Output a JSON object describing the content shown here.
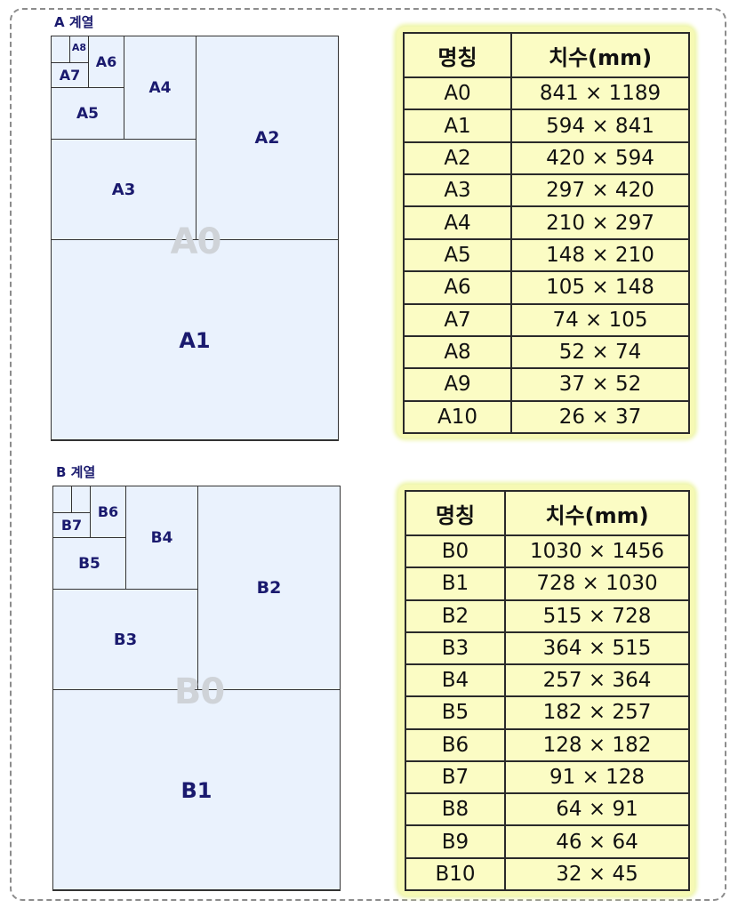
{
  "a_series": {
    "title": "A 계열",
    "labels": {
      "A1": "A1",
      "A2": "A2",
      "A3": "A3",
      "A4": "A4",
      "A5": "A5",
      "A6": "A6",
      "A7": "A7",
      "A8": "A8"
    },
    "watermark": "A0",
    "table": {
      "headers": [
        "명칭",
        "치수(mm)"
      ],
      "rows": [
        [
          "A0",
          "841 × 1189"
        ],
        [
          "A1",
          "594 × 841"
        ],
        [
          "A2",
          "420 × 594"
        ],
        [
          "A3",
          "297 × 420"
        ],
        [
          "A4",
          "210 × 297"
        ],
        [
          "A5",
          "148 × 210"
        ],
        [
          "A6",
          "105 × 148"
        ],
        [
          "A7",
          "74 × 105"
        ],
        [
          "A8",
          "52 × 74"
        ],
        [
          "A9",
          "37 × 52"
        ],
        [
          "A10",
          "26 × 37"
        ]
      ]
    }
  },
  "b_series": {
    "title": "B 계열",
    "labels": {
      "B1": "B1",
      "B2": "B2",
      "B3": "B3",
      "B4": "B4",
      "B5": "B5",
      "B6": "B6",
      "B7": "B7"
    },
    "watermark": "B0",
    "table": {
      "headers": [
        "명칭",
        "치수(mm)"
      ],
      "rows": [
        [
          "B0",
          "1030 × 1456"
        ],
        [
          "B1",
          "728 × 1030"
        ],
        [
          "B2",
          "515 × 728"
        ],
        [
          "B3",
          "364 × 515"
        ],
        [
          "B4",
          "257 × 364"
        ],
        [
          "B5",
          "182 × 257"
        ],
        [
          "B6",
          "128 × 182"
        ],
        [
          "B7",
          "91 × 128"
        ],
        [
          "B8",
          "64 × 91"
        ],
        [
          "B9",
          "46 × 64"
        ],
        [
          "B10",
          "32 × 45"
        ]
      ]
    }
  },
  "colors": {
    "diagram_fill": "#eaf2fd",
    "label": "#1a1a6e",
    "table_bg": "#fbfcc4",
    "watermark": "#cfd3d8"
  }
}
